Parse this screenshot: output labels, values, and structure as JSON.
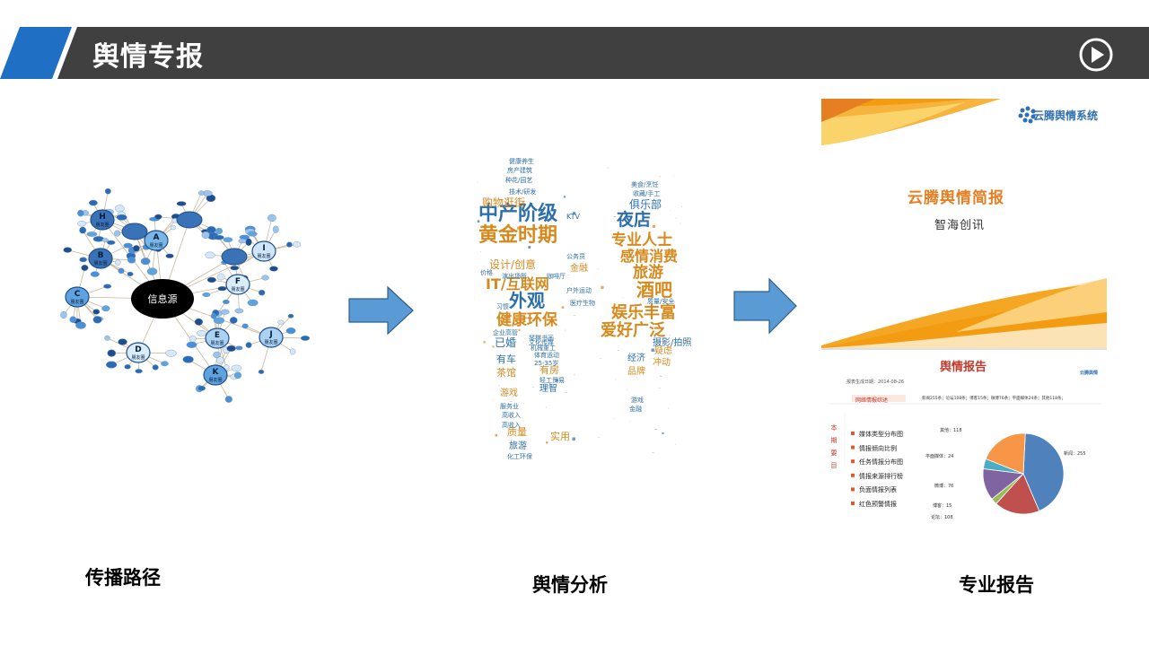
{
  "header": {
    "title": "舆情专报"
  },
  "network": {
    "center_label": "信息源",
    "nodes": [
      {
        "letter": "H",
        "sub": "朋友圈"
      },
      {
        "letter": "A",
        "sub": "朋友圈"
      },
      {
        "letter": "B",
        "sub": "朋友圈"
      },
      {
        "letter": "I",
        "sub": "朋友圈"
      },
      {
        "letter": "C",
        "sub": "朋友圈"
      },
      {
        "letter": "F",
        "sub": "朋友圈"
      },
      {
        "letter": "D",
        "sub": "朋友圈"
      },
      {
        "letter": "E",
        "sub": "朋友圈"
      },
      {
        "letter": "J",
        "sub": "朋友圈"
      },
      {
        "letter": "K",
        "sub": "朋友圈"
      }
    ]
  },
  "wordcloud": {
    "words_large": [
      "中产阶级",
      "黄金时期",
      "外观",
      "健康环保",
      "IT/互联网",
      "夜店",
      "专业人士",
      "感情消费",
      "旅游",
      "酒吧",
      "娱乐丰富",
      "爱好广泛"
    ],
    "words_medium": [
      "购物逛街",
      "设计/创意",
      "已婚",
      "有车",
      "茶馆",
      "俱乐部",
      "KTV",
      "金融",
      "有房",
      "理智",
      "游戏",
      "质量",
      "实用",
      "旅游",
      "冲动",
      "疑虑",
      "摄影/拍照",
      "品牌",
      "经济",
      "有车",
      "有房"
    ],
    "words_small": [
      "房产建筑",
      "种花/园艺",
      "技术/研发",
      "演出场所",
      "咖啡厅",
      "企业高管",
      "琴棋书画",
      "机械重工",
      "文化传媒",
      "体育运动",
      "25-35岁",
      "轻工贸易",
      "服务业",
      "高收入",
      "化工环保",
      "户外运动",
      "医疗生物",
      "公务员",
      "美食/烹饪",
      "收藏/手工",
      "高收入",
      "游戏",
      "金融",
      "价格",
      "习惯",
      "健康养生",
      "质量/安全"
    ]
  },
  "report": {
    "brand": "云腾舆情系统",
    "title": "云腾舆情简报",
    "subtitle": "智海创讯",
    "section_title": "舆情报告",
    "brand_small": "云腾舆情",
    "date_line": "报表生成日期：2014-08-26",
    "overview_label": "网络情报综述",
    "stats_line": "新闻255条；论坛108条；博客15条；微博76条；平面媒体24条；其他118条；",
    "side_label": [
      "本",
      "期",
      "要",
      "目"
    ],
    "items": [
      "媒体类型分布图",
      "情报倾向比例",
      "任务情报分布图",
      "情报来源排行榜",
      "负面情报列表",
      "红色预警情报"
    ],
    "pie_labels": {
      "news": "新闻：255",
      "forum": "论坛：108",
      "blog": "博客：15",
      "weibo": "微博：76",
      "print": "平面媒体：24",
      "other": "其他：118"
    }
  },
  "chart_data": {
    "type": "pie",
    "title": "",
    "categories": [
      "新闻",
      "论坛",
      "博客",
      "微博",
      "平面媒体",
      "其他"
    ],
    "values": [
      255,
      108,
      15,
      76,
      24,
      118
    ],
    "colors": [
      "#4f81bd",
      "#c0504d",
      "#9bbb59",
      "#8064a2",
      "#4bacc6",
      "#f79646"
    ]
  },
  "captions": {
    "left": "传播路径",
    "middle": "舆情分析",
    "right": "专业报告"
  },
  "colors": {
    "header_dark": "#404040",
    "header_blue": "#1f6fc5",
    "arrow_fill": "#5b9bd5",
    "arrow_stroke": "#2e5f8a",
    "word_orange": "#d68a1e",
    "word_blue": "#2d6fa8"
  }
}
